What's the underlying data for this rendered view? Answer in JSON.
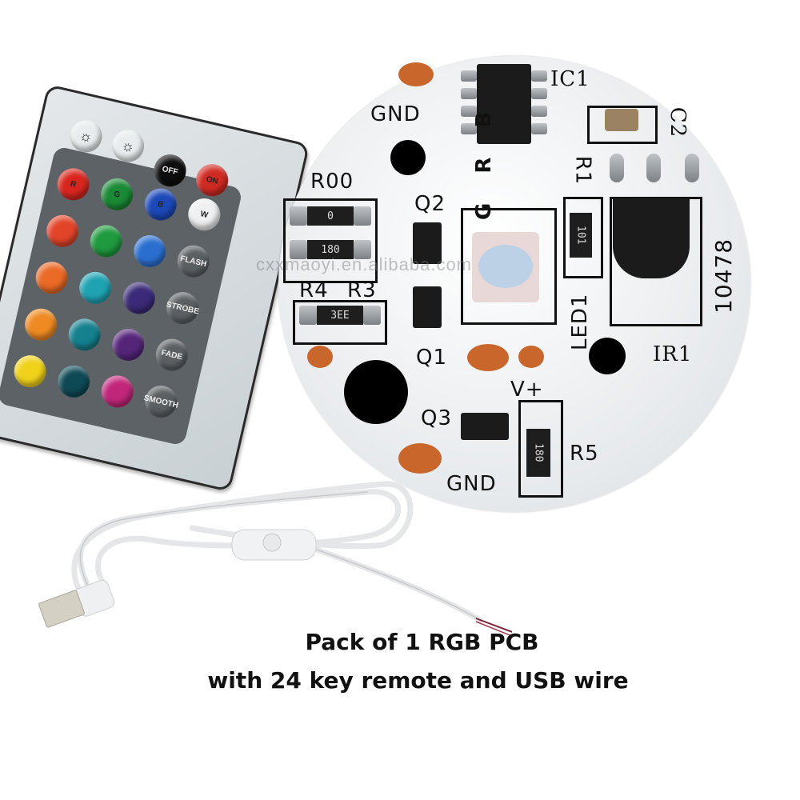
{
  "remote": {
    "top_keys": [
      {
        "icon": "brightness-up-icon",
        "color": "#e8ecee"
      },
      {
        "icon": "brightness-down-icon",
        "color": "#e8ecee"
      },
      {
        "label": "OFF",
        "color": "#0e0e0e"
      },
      {
        "label": "ON",
        "color": "#d12a22"
      }
    ],
    "color_keys": [
      {
        "label": "R",
        "color": "#d8261f"
      },
      {
        "label": "G",
        "color": "#1a8a35"
      },
      {
        "label": "B",
        "color": "#1c48b8"
      },
      {
        "label": "W",
        "color": "#eef0f1"
      },
      {
        "label": "",
        "color": "#e2442a"
      },
      {
        "label": "",
        "color": "#1f9a3e"
      },
      {
        "label": "",
        "color": "#2a6fd0"
      },
      {
        "label": "FLASH",
        "color": "#5b5f62"
      },
      {
        "label": "",
        "color": "#ea6a26"
      },
      {
        "label": "",
        "color": "#1fa3b2"
      },
      {
        "label": "",
        "color": "#3a2a78"
      },
      {
        "label": "STROBE",
        "color": "#5b5f62"
      },
      {
        "label": "",
        "color": "#ef8a22"
      },
      {
        "label": "",
        "color": "#15808e"
      },
      {
        "label": "",
        "color": "#55257a"
      },
      {
        "label": "FADE",
        "color": "#5b5f62"
      },
      {
        "label": "",
        "color": "#f0d21a"
      },
      {
        "label": "",
        "color": "#0e4a55"
      },
      {
        "label": "",
        "color": "#c2267a"
      },
      {
        "label": "SMOOTH",
        "color": "#5b5f62"
      }
    ]
  },
  "pcb": {
    "labels": {
      "gnd_top": "GND",
      "ic1": "IC1",
      "c2": "C2",
      "r00": "R00",
      "q2": "Q2",
      "grb": "G R B",
      "r1": "R1",
      "r4": "R4",
      "r3": "R3",
      "led1": "LED1",
      "q1": "Q1",
      "ir1": "IR1",
      "board_id": "10478",
      "vplus": "V+",
      "q3": "Q3",
      "r5": "R5",
      "gnd_bottom": "GND"
    },
    "resistor_codes": {
      "r00": "0",
      "r4": "180",
      "r3": "3EE",
      "r1": "101",
      "r5": "180"
    }
  },
  "watermark": "cxxmaoyi.en.alibaba.com",
  "caption": {
    "line1": "Pack of 1 RGB PCB",
    "line2": "with 24 key remote and USB wire"
  }
}
